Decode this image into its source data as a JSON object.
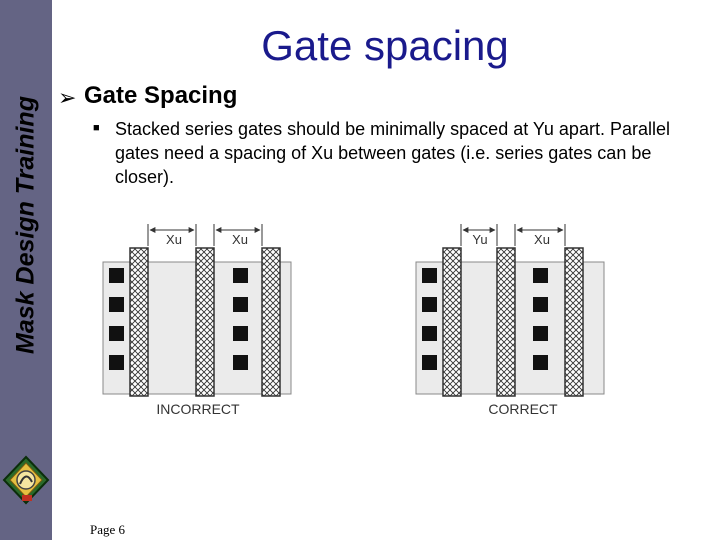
{
  "sidebar": {
    "title": "Mask Design Training"
  },
  "slide": {
    "title": "Gate spacing",
    "bullet": "Gate Spacing",
    "sub_bullet": "Stacked series gates should be minimally spaced at Yu apart. Parallel gates need a spacing of Xu between gates (i.e. series gates can be closer)."
  },
  "figures": {
    "incorrect": {
      "label": "INCORRECT",
      "dim_left": "Xu",
      "dim_right": "Xu"
    },
    "correct": {
      "label": "CORRECT",
      "dim_left": "Yu",
      "dim_right": "Xu"
    }
  },
  "footer": {
    "page": "Page 6"
  },
  "colors": {
    "sidebar": "#646484",
    "title": "#1a1a8c"
  }
}
